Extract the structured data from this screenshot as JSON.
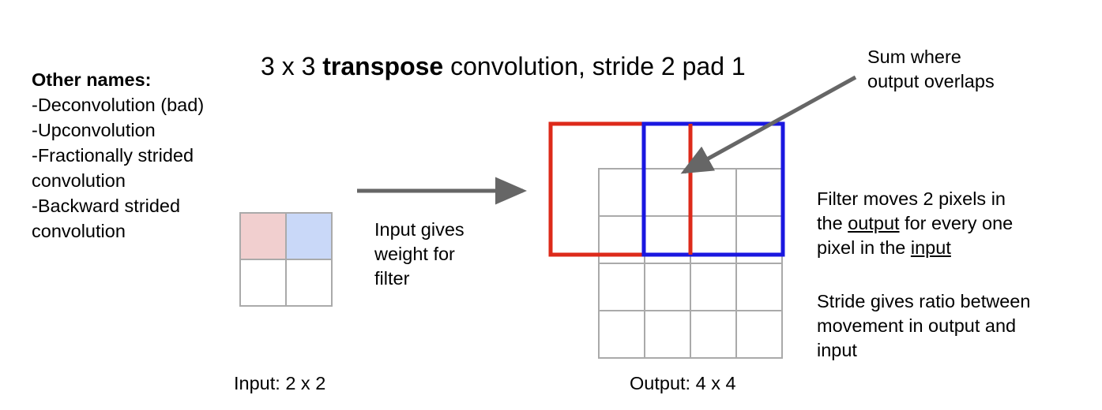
{
  "title": {
    "prefix": "3 x 3 ",
    "bold": "transpose",
    "suffix": " convolution, stride 2 pad 1"
  },
  "other_names": {
    "header": "Other names:",
    "items": [
      "-Deconvolution (bad)",
      "-Upconvolution",
      "-Fractionally strided",
      "convolution",
      "-Backward strided",
      "convolution"
    ]
  },
  "sum_note": {
    "line1": "Sum where",
    "line2": "output overlaps"
  },
  "input_note": {
    "line1": "Input gives",
    "line2": "weight for",
    "line3": "filter"
  },
  "filter_note": {
    "line1": "Filter moves 2 pixels in",
    "line2_a": "the ",
    "line2_u": "output",
    "line2_b": " for every one",
    "line3_a": "pixel in the ",
    "line3_u": "input"
  },
  "stride_note": {
    "line1": "Stride gives ratio between",
    "line2": "movement in output and",
    "line3": "input"
  },
  "captions": {
    "input": "Input: 2 x 2",
    "output": "Output: 4 x 4"
  },
  "colors": {
    "grid": "#aaaaaa",
    "red": "#dd2a1a",
    "blue": "#1a17e0",
    "pink_cell": "#f1cfcf",
    "blue_cell": "#c9d8f8",
    "arrow": "#666666"
  }
}
